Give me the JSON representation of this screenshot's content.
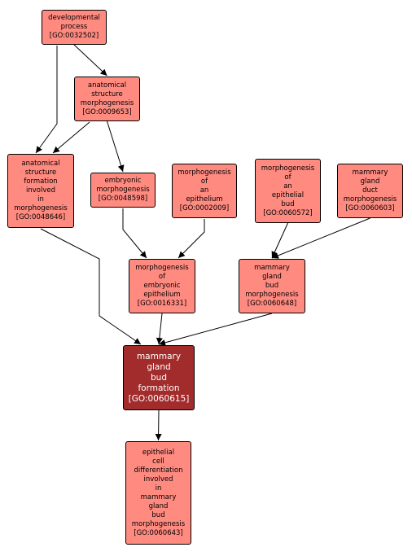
{
  "colors": {
    "term": "#ff8a80",
    "focus": "#a22b2b",
    "edge": "#000000"
  },
  "nodes": [
    {
      "id": "dev",
      "lines": [
        "developmental",
        "process",
        "[GO:0032502]"
      ]
    },
    {
      "id": "asm",
      "lines": [
        "anatomical",
        "structure",
        "morphogenesis",
        "[GO:0009653]"
      ]
    },
    {
      "id": "asf",
      "lines": [
        "anatomical",
        "structure",
        "formation",
        "involved",
        "in",
        "morphogenesis",
        "[GO:0048646]"
      ]
    },
    {
      "id": "emb",
      "lines": [
        "embryonic",
        "morphogenesis",
        "[GO:0048598]"
      ]
    },
    {
      "id": "moe",
      "lines": [
        "morphogenesis",
        "of",
        "an",
        "epithelium",
        "[GO:0002009]"
      ]
    },
    {
      "id": "meb",
      "lines": [
        "morphogenesis",
        "of",
        "an",
        "epithelial",
        "bud",
        "[GO:0060572]"
      ]
    },
    {
      "id": "mgd",
      "lines": [
        "mammary",
        "gland",
        "duct",
        "morphogenesis",
        "[GO:0060603]"
      ]
    },
    {
      "id": "mee",
      "lines": [
        "morphogenesis",
        "of",
        "embryonic",
        "epithelium",
        "[GO:0016331]"
      ]
    },
    {
      "id": "mgb",
      "lines": [
        "mammary",
        "gland",
        "bud",
        "morphogenesis",
        "[GO:0060648]"
      ]
    },
    {
      "id": "mgbf",
      "lines": [
        "mammary",
        "gland",
        "bud",
        "formation",
        "[GO:0060615]"
      ]
    },
    {
      "id": "ecd",
      "lines": [
        "epithelial",
        "cell",
        "differentiation",
        "involved",
        "in",
        "mammary",
        "gland",
        "bud",
        "morphogenesis",
        "[GO:0060643]"
      ]
    }
  ],
  "edges": [
    [
      "dev",
      "asm"
    ],
    [
      "dev",
      "asf"
    ],
    [
      "asm",
      "asf"
    ],
    [
      "asm",
      "emb"
    ],
    [
      "emb",
      "mee"
    ],
    [
      "moe",
      "mee"
    ],
    [
      "meb",
      "mgb"
    ],
    [
      "mgd",
      "mgb"
    ],
    [
      "asf",
      "mgbf"
    ],
    [
      "mee",
      "mgbf"
    ],
    [
      "mgb",
      "mgbf"
    ],
    [
      "mgbf",
      "ecd"
    ]
  ]
}
